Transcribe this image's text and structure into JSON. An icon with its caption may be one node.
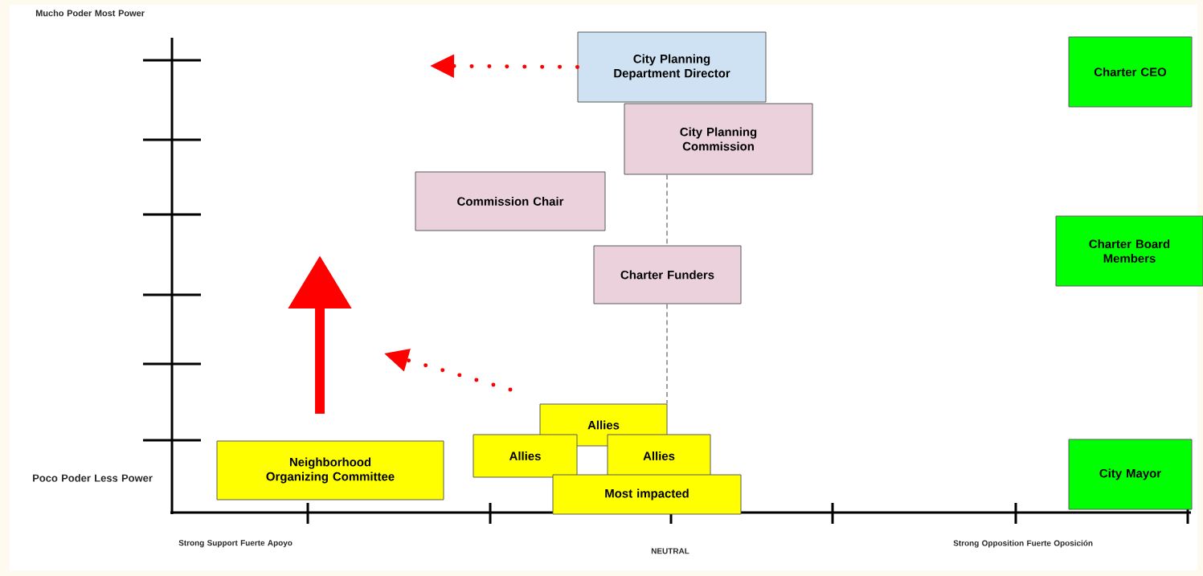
{
  "diagram": {
    "nodes": [
      {
        "text": [
          "City Planning Department Director"
        ]
      },
      {
        "text": [
          "Charter CEO"
        ]
      },
      {
        "text": [
          "City Planning Commission"
        ]
      },
      {
        "text": [
          "Commission Chair"
        ]
      },
      {
        "text": [
          "Charter Board Members"
        ]
      },
      {
        "text": [
          "Charter Funders"
        ]
      },
      {
        "text": [
          "Allies"
        ]
      },
      {
        "text": [
          "Neighborhood Organizing Committee"
        ]
      },
      {
        "text": [
          "Allies"
        ]
      },
      {
        "text": [
          "Allies"
        ]
      },
      {
        "text": [
          "Most impacted"
        ]
      },
      {
        "text": [
          "City Mayor"
        ]
      }
    ],
    "edges": [
      {
        "from": 0,
        "to": null,
        "arrow": "to",
        "style": "dashed",
        "color": "#ff0000"
      },
      {
        "from": 2,
        "to": 5,
        "arrow": "none",
        "style": "dashed"
      },
      {
        "from": 5,
        "to": 6,
        "arrow": "none",
        "style": "dashed"
      }
    ],
    "labels": [
      "Mucho Poder Most Power",
      "Poco Poder Less Power",
      "Strong Support Fuerte Apoyo",
      "NEUTRAL",
      "Strong Opposition Fuerte Oposición"
    ]
  }
}
